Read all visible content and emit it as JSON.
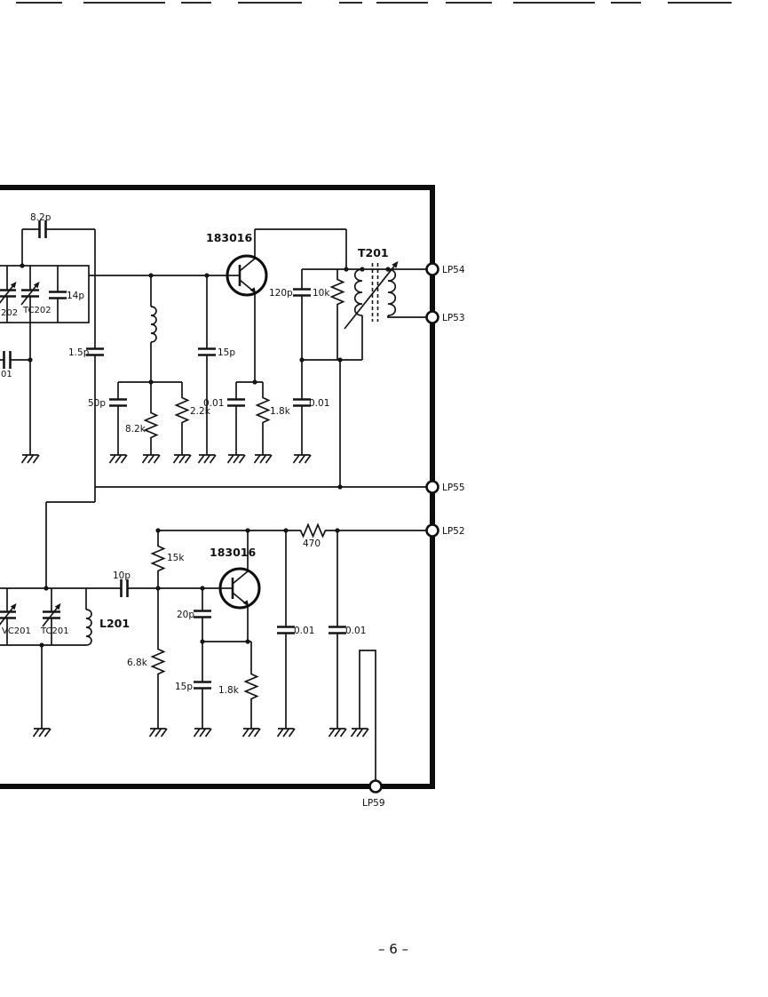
{
  "page": {
    "footer": "– 6 –"
  },
  "terminals": {
    "lp54": "LP54",
    "lp53": "LP53",
    "lp55": "LP55",
    "lp52": "LP52",
    "lp59": "LP59"
  },
  "top": {
    "transistor": "183016",
    "transformer": "T201",
    "cap_fb": "8.2p",
    "cap_tank": "14p",
    "label_cut": "202",
    "trimmer": "TC202",
    "label_cut2": "01",
    "cap_couple": "1.5p",
    "cap_base": "15p",
    "cap_bypass": "50p",
    "res_bias1": "8.2k",
    "res_bias2": "2.2k",
    "cap_emitter": "0.01",
    "res_emitter": "1.8k",
    "cap_decouple": "0.01",
    "cap_out": "120p",
    "res_load": "10k"
  },
  "bottom": {
    "transistor": "183016",
    "res_supply": "470",
    "res_bias1": "15k",
    "cap_couple": "10p",
    "trimmer1": "VC201",
    "trimmer2": "TC201",
    "inductor": "L201",
    "cap_fb1": "20p",
    "res_bias2": "6.8k",
    "cap_fb2": "15p",
    "res_emitter": "1.8k",
    "cap_bypass1": "0.01",
    "cap_bypass2": "0.01"
  }
}
